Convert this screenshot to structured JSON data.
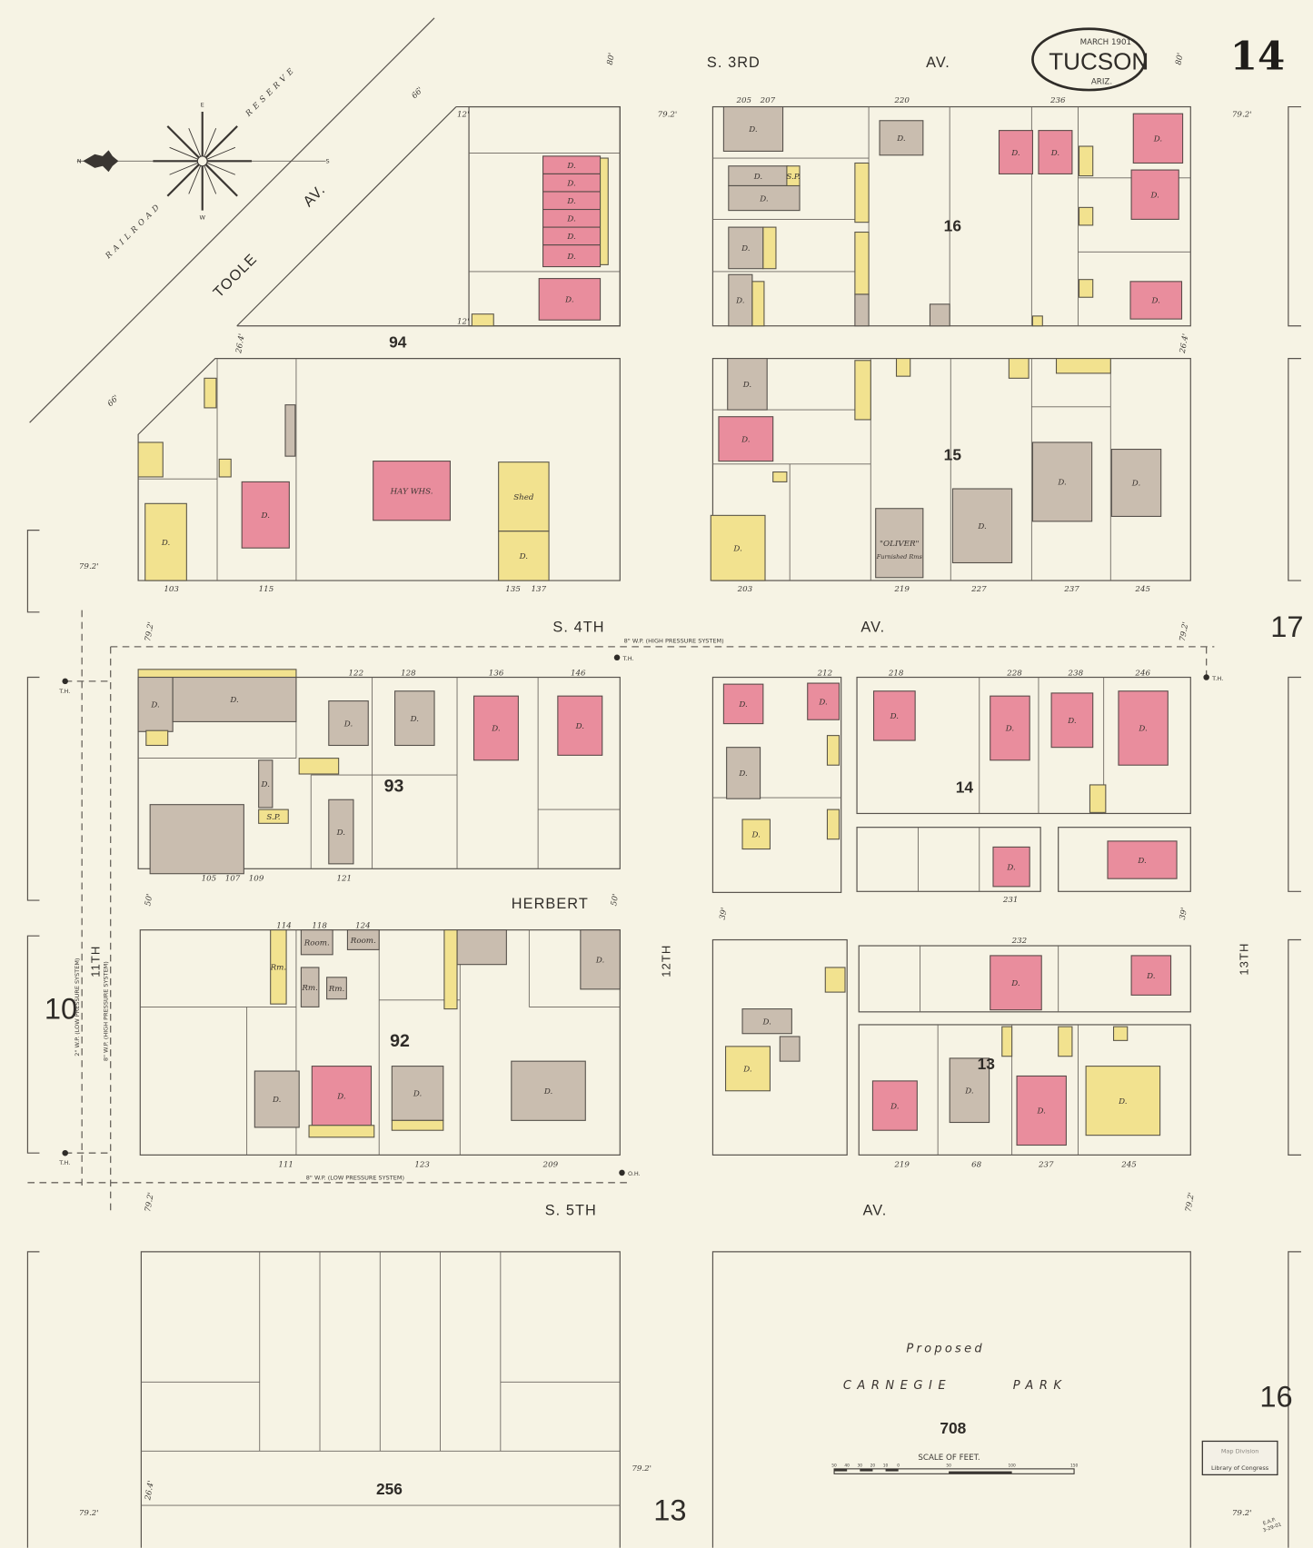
{
  "title": {
    "month": "MARCH 1901",
    "city": "TUCSON",
    "state": "ARIZ.",
    "sheet_number": "14"
  },
  "streets": {
    "s3rd": "S. 3RD",
    "s3rd_av": "AV.",
    "s4th": "S. 4TH",
    "s4th_av": "AV.",
    "s5th": "S. 5TH",
    "s5th_av": "AV.",
    "herbert": "HERBERT",
    "eleventh": "11TH",
    "twelfth": "12TH",
    "thirteenth": "13TH",
    "toole": "TOOLE",
    "toole_av": "AV.",
    "railroad": "RAILROAD",
    "reserve": "RESERVE"
  },
  "blocks": {
    "b94": "94",
    "b16": "16",
    "b15": "15",
    "b93": "93",
    "b14": "14",
    "b92": "92",
    "b13": "13",
    "b256": "256",
    "b708": "708"
  },
  "adjacent_sheets": {
    "east_top": "17",
    "west": "10",
    "east_bottom": "16",
    "south": "13"
  },
  "compass": {
    "n": "N",
    "s": "S",
    "e": "E",
    "w": "W"
  },
  "park": {
    "line1": "Proposed",
    "name1": "CARNEGIE",
    "name2": "PARK"
  },
  "scale": {
    "title": "SCALE OF FEET.",
    "ticks": [
      "50",
      "40",
      "30",
      "20",
      "10",
      "0",
      "50",
      "100",
      "150"
    ]
  },
  "stamp": {
    "line1": "Map Division",
    "line2": "Library of Congress"
  },
  "initials": {
    "name": "E.A.P.",
    "date": "3-29-01"
  },
  "elevation": "79.2'",
  "widths": {
    "w80": "80'",
    "w66": "66'",
    "w50": "50'",
    "w39": "39'",
    "w264": "26.4'",
    "w12": "12'"
  },
  "pipes": {
    "s4th": "8\" W.P. (HIGH PRESSURE SYSTEM)",
    "s5th": "8\" W.P. (LOW PRESSURE SYSTEM)",
    "v_low": "2\" W.P. (LOW PRESSURE SYSTEM)",
    "v_high": "8\" W.P. (HIGH PRESSURE SYSTEM)",
    "hydrant": "T.H.",
    "other": "O.H."
  },
  "building_labels": {
    "dwelling": "D.",
    "hay": "HAY WHS.",
    "shed": "Shed",
    "oliver": "\"OLIVER\"",
    "furnished": "Furnished Rms",
    "room": "Room.",
    "rm": "Rm.",
    "sp": "S.P."
  },
  "addresses": {
    "a205": "205",
    "a207": "207",
    "a220": "220",
    "a236": "236",
    "a103": "103",
    "a115": "115",
    "a135": "135",
    "a137": "137",
    "a203": "203",
    "a219": "219",
    "a227": "227",
    "a237": "237",
    "a245": "245",
    "a122": "122",
    "a128": "128",
    "a136": "136",
    "a146": "146",
    "a105": "105",
    "a107": "107",
    "a109": "109",
    "a121": "121",
    "a212": "212",
    "a218": "218",
    "a228": "228",
    "a238": "238",
    "a246": "246",
    "a231": "231",
    "a118": "118",
    "a114": "114",
    "a124": "124",
    "a111": "111",
    "a123": "123",
    "a209": "209",
    "a232": "232",
    "a68": "68"
  }
}
